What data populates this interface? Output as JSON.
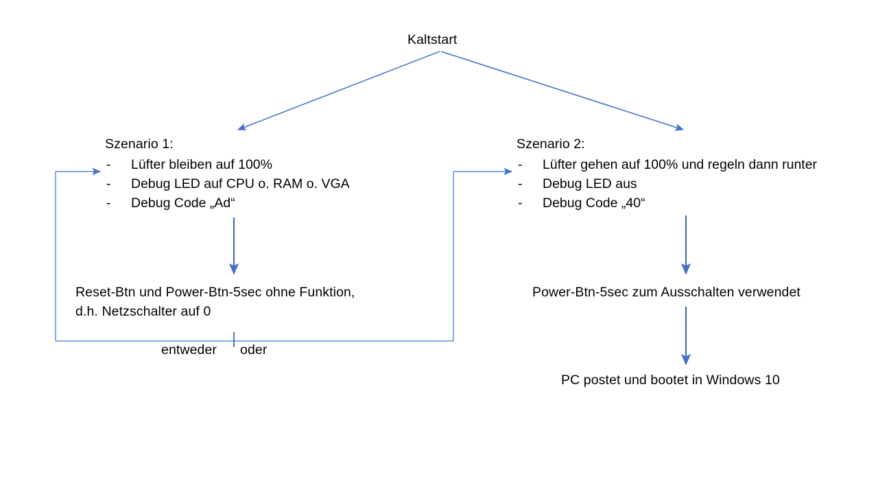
{
  "diagram": {
    "title": "Kaltstart",
    "colors": {
      "arrow_blue": "#4472C4",
      "loop_blue": "#5B8FD6",
      "text_black": "#000000",
      "background": "#FFFFFF"
    },
    "branches": [
      {
        "heading": "Szenario 1:",
        "bullets": [
          {
            "marker": "-",
            "text": "Lüfter bleiben auf 100%"
          },
          {
            "marker": "-",
            "text": "Debug LED auf CPU o. RAM o. VGA"
          },
          {
            "marker": "-",
            "text": "Debug Code „Ad“"
          }
        ],
        "outcome_line_1": "Reset-Btn und Power-Btn-5sec ohne Funktion,",
        "outcome_line_2": "d.h. Netzschalter auf 0"
      },
      {
        "heading": "Szenario 2:",
        "bullets": [
          {
            "marker": "-",
            "text": "Lüfter gehen auf 100% und regeln dann runter"
          },
          {
            "marker": "-",
            "text": "Debug LED aus"
          },
          {
            "marker": "-",
            "text": "Debug Code „40“"
          }
        ],
        "outcome_line_1": "Power-Btn-5sec zum Ausschalten verwendet",
        "outcome_line_2": "PC postet und bootet in Windows 10"
      }
    ],
    "loop_labels": {
      "either": "entweder",
      "or": "oder"
    },
    "icons": {
      "split_arrow_left": "arrow-down-left-icon",
      "split_arrow_right": "arrow-down-right-icon",
      "flow_arrow_down": "arrow-down-icon",
      "loop_arrow_right": "arrow-right-icon"
    }
  }
}
